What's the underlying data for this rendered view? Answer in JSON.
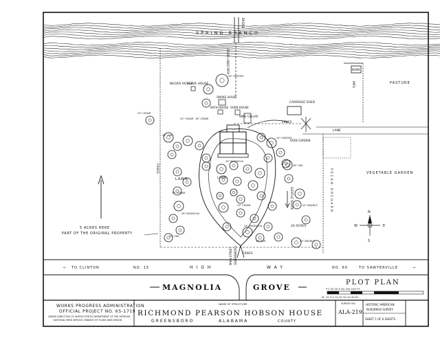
{
  "site": {
    "spring_branch": "SPRING BRANCH",
    "bridge": "BRIDGE",
    "path": "PATH",
    "barn": "BARN",
    "pasture": "PASTURE",
    "cedar_lined_path": "CEDAR LINED PATH",
    "negro_house": "NEGRO HOUSE",
    "slave_house": "SLAVE HOUSE",
    "smoke_house": "SMOKE HOUSE",
    "bath_house": "BATH HOUSE",
    "oven_house": "OVEN HOUSE",
    "carriage_shed": "CARRIAGE SHED",
    "wine_cellar": "WINE CELLAR",
    "fence": "FENCE",
    "lane": "LANE",
    "rose_garden": "ROSE GARDEN",
    "vegetable_garden": "VEGETABLE GARDEN",
    "lawn_left": "LAWN",
    "lawn_center": "LAWN",
    "fence_left": "FENCE",
    "gentle_slope": "GENTLE SLOPE",
    "pecan_orchard": "PECAN ORCHARD",
    "twenty_acres": "20 ACRES",
    "five_acres_line1": "5 ACRES HERE",
    "five_acres_line2": "PART OF THE ORIGINAL PROPERTY",
    "main_street_line1": "MAIN STREET",
    "main_street_line2": "GREENSBORO",
    "fence_bottom": "FENCE",
    "tree_labels": [
      "30\" HICKORY",
      "24\" CEDAR",
      "24\" OAK",
      "20\" CEDAR",
      "18\" CEDAR",
      "30\" MAGNOLIA",
      "24\" HICKORY",
      "28\" OAK",
      "20\" WALNUT",
      "26\" MAGNOLIA",
      "22\" CEDAR",
      "24\" MAGNOLIA",
      "20\" OAK",
      "24\" WALNUT",
      "18\" ELM",
      "16\" CEDAR"
    ]
  },
  "road": {
    "to_clinton": "TO CLINTON",
    "left_arrow": "←",
    "no_left": "NO. 15",
    "high": "HIGH",
    "way": "WAY",
    "no_right": "NO. 60",
    "to_sawyerville": "TO SAWYERVILLE",
    "right_arrow": "→"
  },
  "titles": {
    "magnolia": "MAGNOLIA",
    "grove": "GROVE",
    "plot_plan": "PLOT PLAN",
    "scale_feet": "FT. 50  25  0   50   100   150 FT.",
    "scale_meters": "M. 15  5   0   10   20   30   40   50 M."
  },
  "title_block": {
    "wpa_line1": "WORKS PROGRESS ADMINISTRATION",
    "wpa_line2": "OFFICIAL PROJECT NO. 65-1719",
    "wpa_line3": "UNDER DIRECTION OF UNITED STATES DEPARTMENT OF THE INTERIOR",
    "wpa_line4": "NATIONAL PARK SERVICE, BRANCH OF PLANS AND DESIGN",
    "name_caption": "NAME OF STRUCTURE",
    "name": "RICHMOND PEARSON HOBSON HOUSE",
    "location": "GREENSBORO",
    "state": "ALABAMA",
    "county": "COUNTY",
    "survey_no_label": "SURVEY NO.",
    "survey_no": "ALA-219",
    "habs_line1": "HISTORIC AMERICAN",
    "habs_line2": "BUILDINGS SURVEY",
    "sheet_label": "SHEET 1 OF 6 SHEETS"
  },
  "compass": {
    "n": "N",
    "s": "S",
    "e": "E",
    "w": "W"
  },
  "tree_scatter": [
    [
      323,
      117,
      9
    ],
    [
      303,
      130,
      7
    ],
    [
      300,
      150,
      6
    ],
    [
      218,
      175,
      6
    ],
    [
      245,
      200,
      7
    ],
    [
      258,
      213,
      6
    ],
    [
      250,
      225,
      6
    ],
    [
      273,
      205,
      7
    ],
    [
      290,
      212,
      6
    ],
    [
      395,
      208,
      7
    ],
    [
      408,
      222,
      6
    ],
    [
      418,
      240,
      7
    ],
    [
      420,
      260,
      6
    ],
    [
      436,
      282,
      7
    ],
    [
      432,
      298,
      6
    ],
    [
      445,
      320,
      6
    ],
    [
      431,
      353,
      7
    ],
    [
      460,
      356,
      6
    ],
    [
      416,
      238,
      6
    ],
    [
      380,
      200,
      6
    ],
    [
      300,
      242,
      6
    ],
    [
      322,
      246,
      7
    ],
    [
      340,
      241,
      6
    ],
    [
      360,
      246,
      6
    ],
    [
      378,
      252,
      7
    ],
    [
      325,
      262,
      6
    ],
    [
      345,
      264,
      6
    ],
    [
      368,
      270,
      7
    ],
    [
      380,
      285,
      6
    ],
    [
      350,
      290,
      6
    ],
    [
      325,
      302,
      7
    ],
    [
      350,
      310,
      6
    ],
    [
      370,
      318,
      6
    ],
    [
      330,
      330,
      6
    ],
    [
      360,
      338,
      7
    ],
    [
      378,
      346,
      6
    ],
    [
      258,
      278,
      6
    ],
    [
      260,
      300,
      7
    ],
    [
      252,
      318,
      6
    ],
    [
      262,
      335,
      6
    ],
    [
      245,
      346,
      6
    ],
    [
      258,
      250,
      6
    ],
    [
      272,
      265,
      6
    ],
    [
      390,
      330,
      6
    ],
    [
      405,
      345,
      6
    ],
    [
      396,
      300,
      6
    ],
    [
      300,
      230,
      6
    ],
    [
      390,
      230,
      6
    ],
    [
      320,
      285,
      5
    ],
    [
      340,
      280,
      5
    ]
  ]
}
